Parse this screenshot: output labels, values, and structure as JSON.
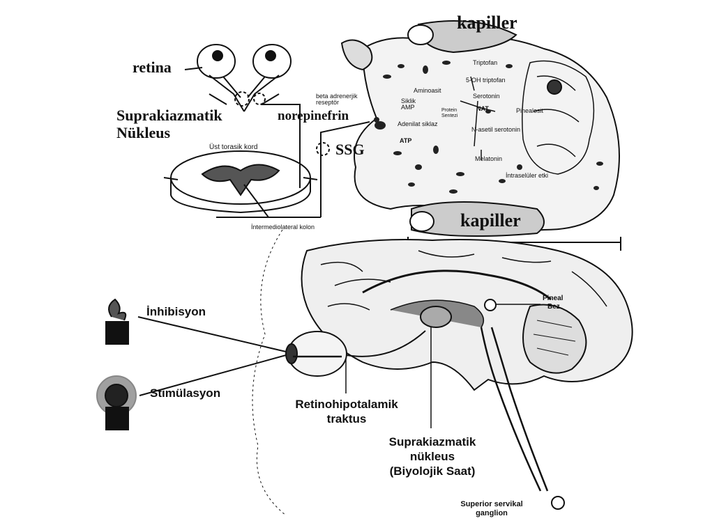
{
  "diagram": {
    "top_left": {
      "retina": "retina",
      "supra_line1": "Suprakiazmatik",
      "supra_line2": "Nükleus",
      "norepinephrine": "norepinefrin",
      "ssg": "SSG",
      "spinal_cord": "Üst torasik kord",
      "intermediolateral": "İntermediolateral kolon",
      "beta_receptor_line1": "beta adrenerjik",
      "beta_receptor_line2": "reseptör"
    },
    "pinealocyte": {
      "kapiller_top": "kapiller",
      "kapiller_bottom": "kapiller",
      "triptofan": "Triptofan",
      "oh_triptofan": "5-OH triptofan",
      "serotonin": "Serotonin",
      "nat": "NAT",
      "n_asetil": "N-asetil serotonin",
      "melatonin": "Melatonin",
      "aminoasit": "Aminoasit",
      "siklik_amp_line1": "Siklik",
      "siklik_amp_line2": "AMP",
      "protein_line1": "Protein",
      "protein_line2": "Sentezi",
      "adenilat": "Adenilat siklaz",
      "atp": "ATP",
      "pinealosit": "Pinealosit",
      "intraseluler": "İntraselüler etki"
    },
    "brain": {
      "inhibisyon": "İnhibisyon",
      "stimulasyon": "Stimülasyon",
      "retino_line1": "Retinohipotalamik",
      "retino_line2": "traktus",
      "scn_line1": "Suprakiazmatik",
      "scn_line2": "nükleus",
      "scn_line3": "(Biyolojik Saat)",
      "pineal_line1": "Pineal",
      "pineal_line2": "Bez",
      "ssg_line1": "Superior servikal",
      "ssg_line2": "ganglion"
    }
  }
}
